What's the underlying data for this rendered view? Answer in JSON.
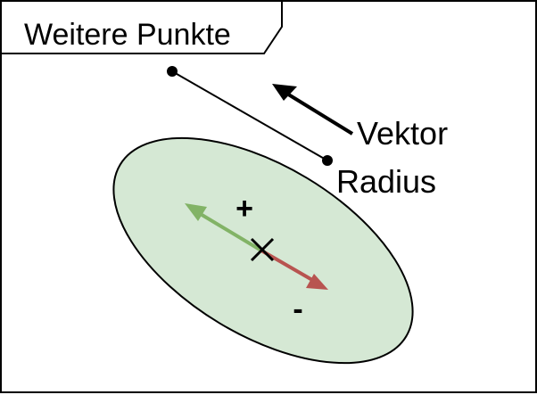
{
  "title": "Weitere Punkte",
  "labels": {
    "vector": "Vektor",
    "radius": "Radius",
    "plus": "+",
    "minus": "-"
  },
  "colors": {
    "ellipse_fill": "#d5e8d4",
    "ellipse_stroke": "#000000",
    "plus_arrow": "#82b366",
    "minus_arrow": "#b85450",
    "line": "#000000"
  },
  "icons": {
    "center": "cross-marker",
    "endpoints": "dot-marker"
  }
}
